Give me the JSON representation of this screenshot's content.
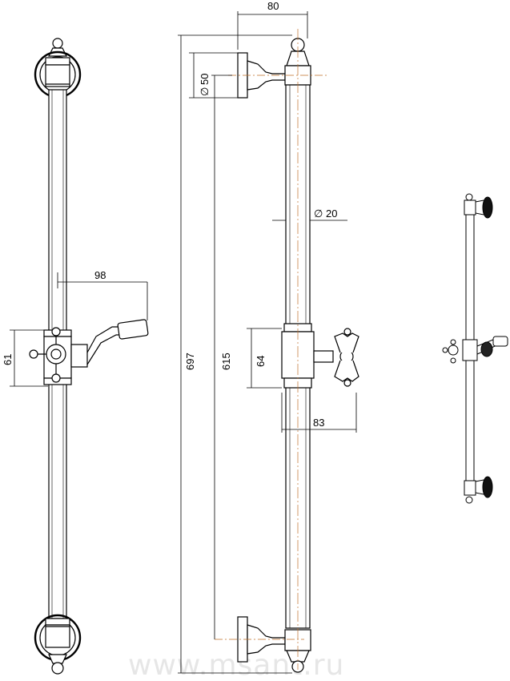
{
  "dimensions": {
    "top_width": "80",
    "bracket_diameter": "50",
    "bar_diameter": "20",
    "handle_reach": "98",
    "holder_height_left": "61",
    "total_height": "697",
    "center_distance": "615",
    "holder_height": "64",
    "valve_reach": "83"
  },
  "diameter_symbol": "∅",
  "watermark": "www.msant.ru",
  "colors": {
    "line": "#000000",
    "centerline": "#c0702a",
    "watermark": "#e6e6e6"
  }
}
